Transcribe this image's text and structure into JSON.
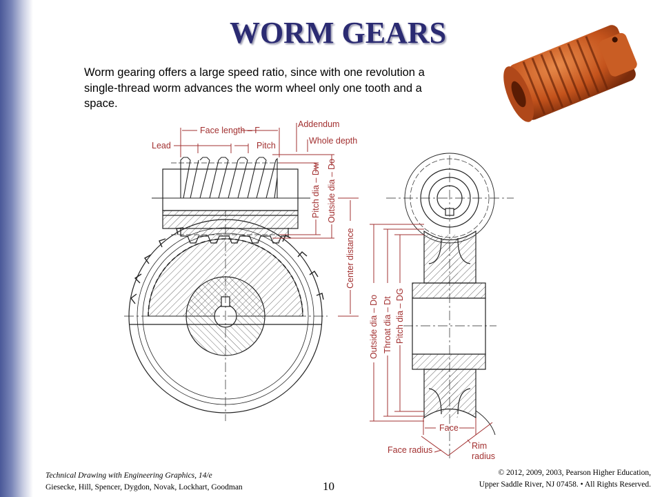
{
  "slide": {
    "title": "WORM GEARS",
    "body": "Worm gearing offers a large speed ratio, since with one revolution a single-thread worm advances the worm wheel only one tooth and a space.",
    "page_number": "10"
  },
  "diagram_labels": {
    "face_length": "Face length – F",
    "lead": "Lead",
    "pitch": "Pitch",
    "addendum": "Addendum",
    "whole_depth": "Whole depth",
    "worm_pitch_dia": "Pitch dia – Dw",
    "worm_outside_dia": "Outside dia – Do",
    "center_distance": "Center distance",
    "wheel_outside_dia": "Outside dia – Do",
    "throat_dia": "Throat dia – Dt",
    "wheel_pitch_dia": "Pitch dia – DG",
    "face": "Face",
    "face_radius": "Face radius",
    "rim_radius_1": "Rim",
    "rim_radius_2": "radius"
  },
  "footer": {
    "book_title": "Technical Drawing with Engineering Graphics, 14/e",
    "authors": "Giesecke, Hill, Spencer, Dygdon, Novak, Lockhart, Goodman",
    "copyright_1": "© 2012, 2009, 2003, Pearson Higher Education,",
    "copyright_2": "Upper Saddle River, NJ 07458. • All Rights Reserved."
  },
  "colors": {
    "title": "#2b2b72",
    "dimension": "#a23030",
    "worm_photo": "#c8561e"
  }
}
